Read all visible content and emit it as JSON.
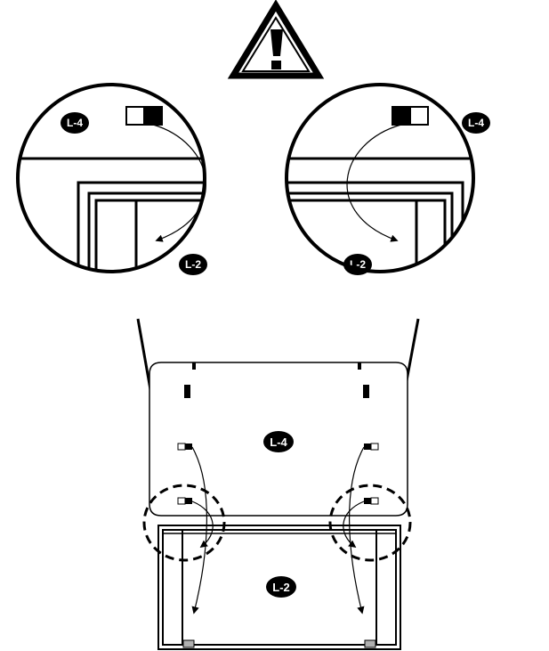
{
  "warning": {
    "symbol": "!",
    "icon": "warning-triangle-icon"
  },
  "labels": {
    "panel_top": "L-4",
    "panel_bottom": "L-2"
  },
  "callouts": {
    "left": {
      "top_label": "L-4",
      "bottom_label": "L-2"
    },
    "right": {
      "top_label": "L-4",
      "bottom_label": "L-2"
    }
  },
  "colors": {
    "ink": "#000000",
    "paper": "#ffffff",
    "foot": "#b0b0b0"
  }
}
